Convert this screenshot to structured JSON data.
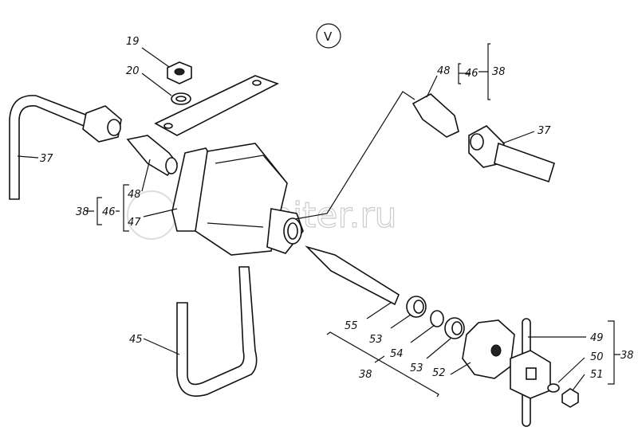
{
  "view_label": "V",
  "watermark": "autopiter.ru",
  "labels": {
    "nut_19": "19",
    "washer_20": "20",
    "pipe_left_37": "37",
    "group_left_38": "38",
    "group_left_46": "46",
    "fitting_left_48": "48",
    "ring_left_47": "47",
    "fitting_right_48": "48",
    "group_right_46": "46",
    "group_right_38": "38",
    "pipe_right_37": "37",
    "needle_55": "55",
    "bushing_53a": "53",
    "washer_54": "54",
    "bushing_53b": "53",
    "nut_52": "52",
    "group_bottom_38": "38",
    "handle_49": "49",
    "washer_50": "50",
    "nut_51": "51",
    "group_handle_38": "38",
    "ubolt_45": "45"
  }
}
